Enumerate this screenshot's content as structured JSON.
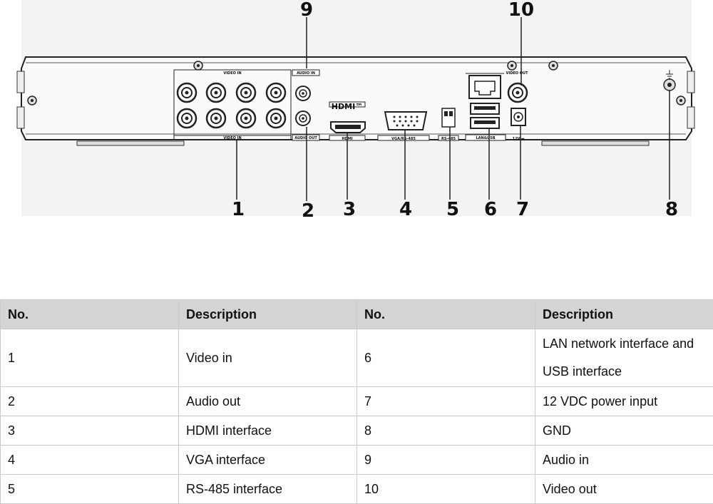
{
  "diagram": {
    "callouts": [
      "1",
      "2",
      "3",
      "4",
      "5",
      "6",
      "7",
      "8",
      "9",
      "10"
    ],
    "port_labels": {
      "video_in_top": "VIDEO IN",
      "video_in_bottom": "VIDEO IN",
      "audio_in": "AUDIO IN",
      "audio_out": "AUDIO OUT",
      "hdmi_logo": "HDMI™",
      "hdmi": "HDMI",
      "vga": "VGA/RS-485",
      "rs485": "RS-485",
      "lan_usb": "LAN&USB",
      "video_out": "VIDEO OUT",
      "power": "12V ⎓"
    }
  },
  "table": {
    "headers": [
      "No.",
      "Description",
      "No.",
      "Description"
    ],
    "rows": [
      {
        "no_left": "1",
        "desc_left": "Video in",
        "no_right": "6",
        "desc_right": "LAN network interface and USB interface"
      },
      {
        "no_left": "2",
        "desc_left": "Audio out",
        "no_right": "7",
        "desc_right": "12 VDC power input"
      },
      {
        "no_left": "3",
        "desc_left": "HDMI interface",
        "no_right": "8",
        "desc_right": "GND"
      },
      {
        "no_left": "4",
        "desc_left": "VGA interface",
        "no_right": "9",
        "desc_right": "Audio in"
      },
      {
        "no_left": "5",
        "desc_left": "RS-485 interface",
        "no_right": "10",
        "desc_right": "Video out"
      }
    ]
  }
}
